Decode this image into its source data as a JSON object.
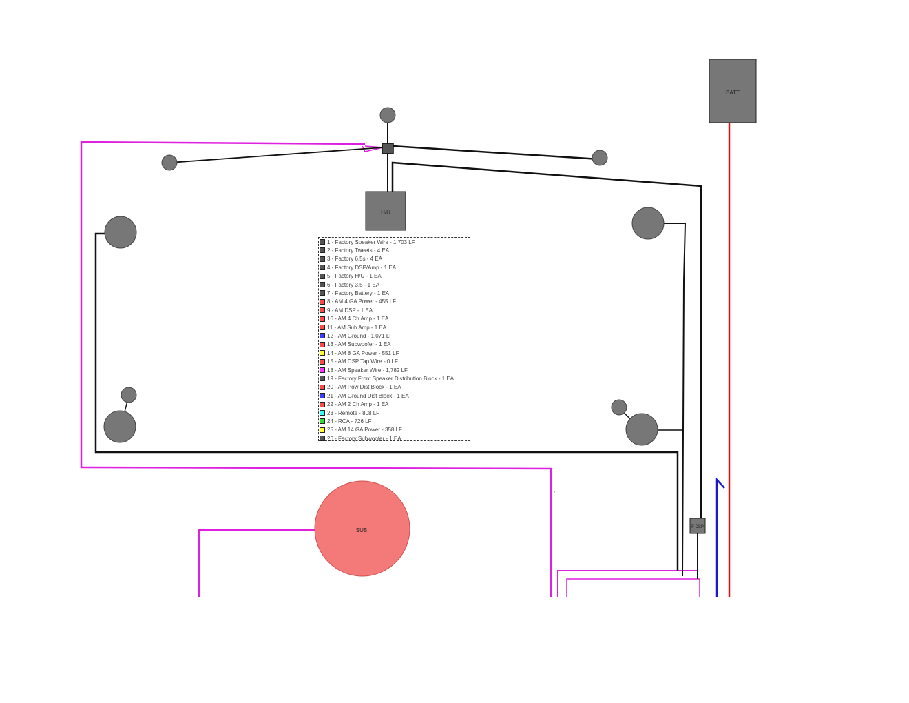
{
  "components": {
    "battery_label": "BATT",
    "head_unit_label": "H/U",
    "dsp_label": "F DSP",
    "sub_label": "SUB"
  },
  "colors": {
    "speaker_wire": "#e020e0",
    "factory_wire": "#111111",
    "power": "#dd1111",
    "ground": "#1a1ac8",
    "sub_fill": "#f47a7a",
    "component_fill": "#777777"
  },
  "legend": [
    {
      "text": "1 - Factory Speaker Wire - 1,703 LF",
      "color": "#555555"
    },
    {
      "text": "2 - Factory Tweets - 4 EA",
      "color": "#555555"
    },
    {
      "text": "3 - Factory 6.5s - 4 EA",
      "color": "#555555"
    },
    {
      "text": "4 - Factory DSP/Amp - 1 EA",
      "color": "#555555"
    },
    {
      "text": "5 - Factory H/U - 1 EA",
      "color": "#555555"
    },
    {
      "text": "6 - Factory 3.5 - 1 EA",
      "color": "#555555"
    },
    {
      "text": "7 - Factory Battery - 1 EA",
      "color": "#555555"
    },
    {
      "text": "8 - AM 4 GA Power - 455 LF",
      "color": "#ff4a4a"
    },
    {
      "text": "9 - AM DSP - 1 EA",
      "color": "#ff4a4a"
    },
    {
      "text": "10 - AM 4 Ch Amp - 1 EA",
      "color": "#ff4a4a"
    },
    {
      "text": "11 - AM Sub Amp - 1 EA",
      "color": "#ff4a4a"
    },
    {
      "text": "12 - AM Ground - 1,071 LF",
      "color": "#3b3bff"
    },
    {
      "text": "13 - AM Subwoofer - 1 EA",
      "color": "#ff4a4a"
    },
    {
      "text": "14 - AM 8  GA Power - 551 LF",
      "color": "#ffff33"
    },
    {
      "text": "15 - AM DSP Tap Wire - 0 LF",
      "color": "#ff4a4a"
    },
    {
      "text": "18 - AM Speaker Wire - 1,782 LF",
      "color": "#ff33ff"
    },
    {
      "text": "19 - Factory Front Speaker Distribution Block - 1 EA",
      "color": "#555555"
    },
    {
      "text": "20 - AM Pow Dist Block - 1 EA",
      "color": "#ff4a4a"
    },
    {
      "text": "21 - AM Ground Dist Block - 1 EA",
      "color": "#3b3bff"
    },
    {
      "text": "22 - AM 2 Ch Amp - 1 EA",
      "color": "#ff4a4a"
    },
    {
      "text": "23 - Remote - 808 LF",
      "color": "#33ffff"
    },
    {
      "text": "24 - RCA - 726 LF",
      "color": "#33dd33"
    },
    {
      "text": "25 - AM 14  GA Power - 358 LF",
      "color": "#ffff33"
    },
    {
      "text": "26 - Factory Subwoofer - 1 EA",
      "color": "#555555"
    }
  ]
}
